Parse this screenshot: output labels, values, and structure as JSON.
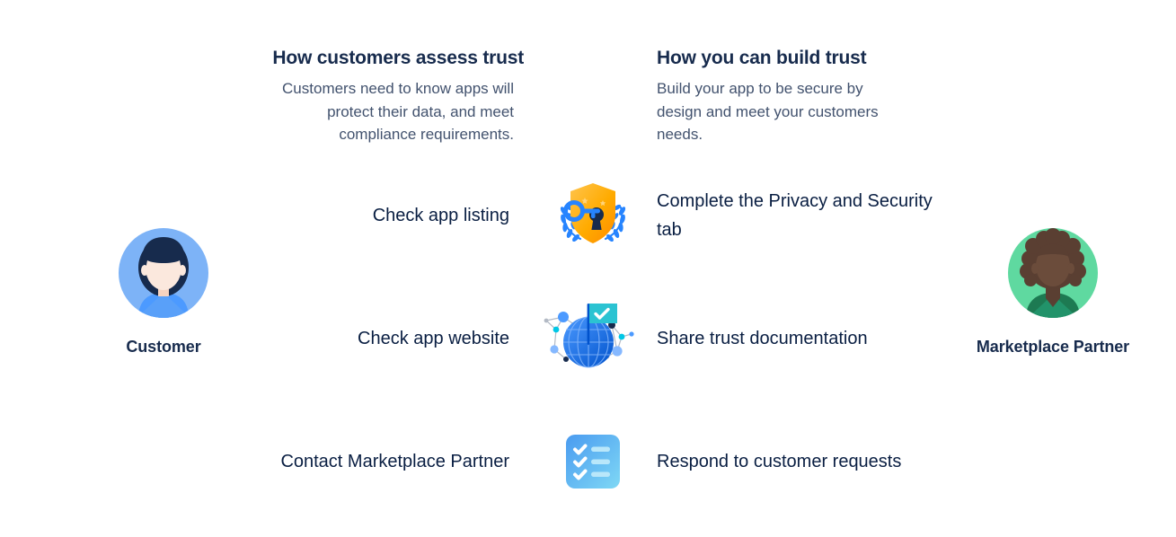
{
  "columns": {
    "left": {
      "heading": "How customers assess trust",
      "body": "Customers need to know apps will protect their data, and meet compliance requirements."
    },
    "right": {
      "heading": "How you can build trust",
      "body": "Build your app to be secure by design and meet your customers needs."
    }
  },
  "personas": {
    "customer": {
      "name": "Customer",
      "avatar_icon": "customer-avatar-icon",
      "circle_color": "#7db3f7",
      "hair_color": "#172b4d",
      "skin_color": "#fbe0d2",
      "shirt_color": "#4c9aff"
    },
    "partner": {
      "name": "Marketplace Partner",
      "avatar_icon": "partner-avatar-icon",
      "circle_color": "#5fd9a0",
      "hair_color": "#5a3f32",
      "skin_color": "#6b4c3b",
      "shirt_color": "#1d7a52"
    }
  },
  "rows": [
    {
      "left_label": "Check app listing",
      "icon": "shield-key-laurel-icon",
      "right_label": "Complete the Privacy and Security tab"
    },
    {
      "left_label": "Check app website",
      "icon": "globe-flag-network-icon",
      "right_label": "Share trust documentation"
    },
    {
      "left_label": "Contact Marketplace Partner",
      "icon": "checklist-icon",
      "right_label": "Respond to customer requests"
    }
  ],
  "colors": {
    "heading_navy": "#172b4d",
    "body_gray": "#42526e",
    "label_dark": "#091e42",
    "shield_orange": "#ffab00",
    "shield_orange_dark": "#ff8b00",
    "key_blue": "#2684ff",
    "laurel_blue": "#2684ff",
    "globe_blue": "#2684ff",
    "flag_teal": "#2bc3d2",
    "checklist_blue": "#4a9bf0",
    "checklist_cyan": "#7fd8f5",
    "background": "#ffffff"
  }
}
